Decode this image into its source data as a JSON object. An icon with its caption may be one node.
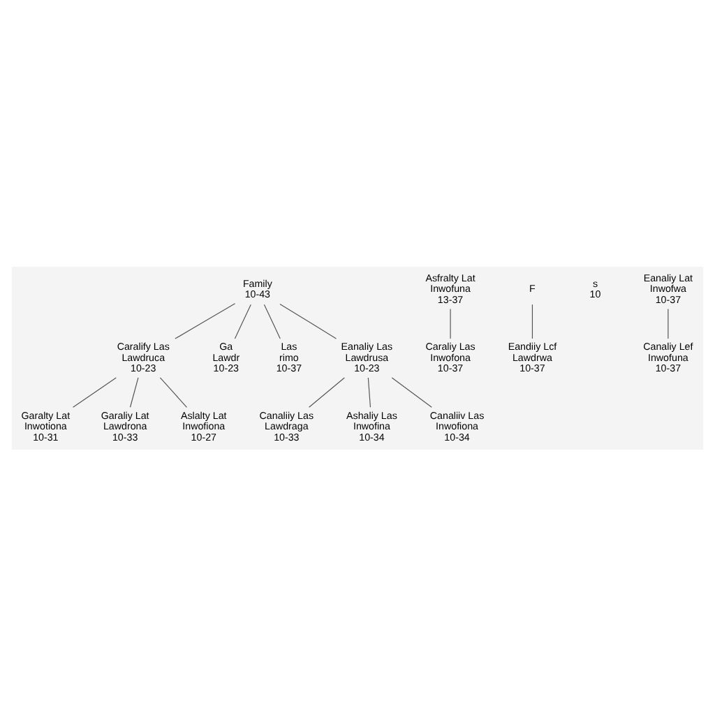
{
  "diagram": {
    "nodes": [
      {
        "text": [
          "Family",
          "10-43"
        ]
      },
      {
        "text": [
          "Caralify Las",
          "Lawdruca",
          "10-23"
        ]
      },
      {
        "text": [
          "Ga",
          "Lawdr",
          "10-23"
        ]
      },
      {
        "text": [
          "Las",
          "rimo",
          "10-37"
        ]
      },
      {
        "text": [
          "Eanaliy Las",
          "Lawdrusa",
          "10-23"
        ]
      },
      {
        "text": [
          "Garalty Lat",
          "Inwotiona",
          "10-31"
        ]
      },
      {
        "text": [
          "Garaliy Lat",
          "Lawdrona",
          "10-33"
        ]
      },
      {
        "text": [
          "Aslalty Lat",
          "Inwofiona",
          "10-27"
        ]
      },
      {
        "text": [
          "Canaliiy Las",
          "Lawdraga",
          "10-33"
        ]
      },
      {
        "text": [
          "Ashaliy Las",
          "Inwofina",
          "10-34"
        ]
      },
      {
        "text": [
          "Canaliiv Las",
          "Inwofiona",
          "10-34"
        ]
      },
      {
        "text": [
          "Asfralty Lat",
          "Inwofuna",
          "13-37"
        ]
      },
      {
        "text": [
          "Caraliy Las",
          "Inwofona",
          "10-37"
        ]
      },
      {
        "text": [
          "F"
        ]
      },
      {
        "text": [
          "Eandiiy Lcf",
          "Lawdrwa",
          "10-37"
        ]
      },
      {
        "text": [
          "s",
          "10"
        ]
      },
      {
        "text": [
          "Eanaliy Lat",
          "Inwofwa",
          "10-37"
        ]
      },
      {
        "text": [
          "Canaliy Lef",
          "Inwofuna",
          "10-37"
        ]
      }
    ],
    "edges": [
      {
        "from": 0,
        "to": 1,
        "arrow": "none"
      },
      {
        "from": 0,
        "to": 2,
        "arrow": "none"
      },
      {
        "from": 0,
        "to": 3,
        "arrow": "none"
      },
      {
        "from": 0,
        "to": 4,
        "arrow": "none"
      },
      {
        "from": 1,
        "to": 5,
        "arrow": "none"
      },
      {
        "from": 1,
        "to": 6,
        "arrow": "none"
      },
      {
        "from": 1,
        "to": 7,
        "arrow": "none"
      },
      {
        "from": 4,
        "to": 8,
        "arrow": "none"
      },
      {
        "from": 4,
        "to": 9,
        "arrow": "none"
      },
      {
        "from": 4,
        "to": 10,
        "arrow": "none"
      },
      {
        "from": 11,
        "to": 12,
        "arrow": "none"
      },
      {
        "from": 13,
        "to": 14,
        "arrow": "none"
      },
      {
        "from": 16,
        "to": 17,
        "arrow": "none"
      }
    ]
  }
}
